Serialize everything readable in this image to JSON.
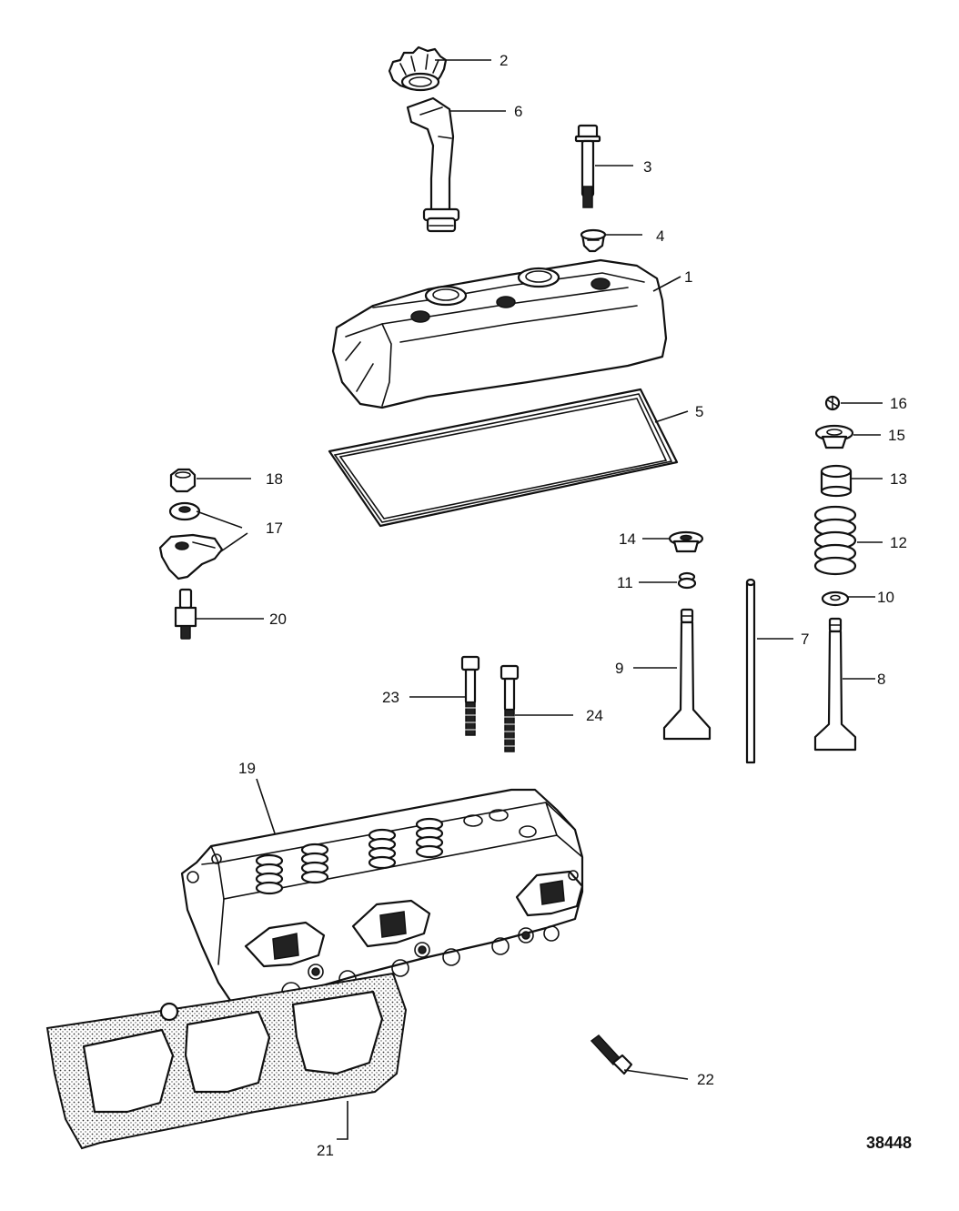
{
  "figure_number": "38448",
  "callouts": {
    "c1": "1",
    "c2": "2",
    "c3": "3",
    "c4": "4",
    "c5": "5",
    "c6": "6",
    "c7": "7",
    "c8": "8",
    "c9": "9",
    "c10": "10",
    "c11": "11",
    "c12": "12",
    "c13": "13",
    "c14": "14",
    "c15": "15",
    "c16": "16",
    "c17": "17",
    "c18": "18",
    "c19": "19",
    "c20": "20",
    "c21": "21",
    "c22": "22",
    "c23": "23",
    "c24": "24"
  }
}
